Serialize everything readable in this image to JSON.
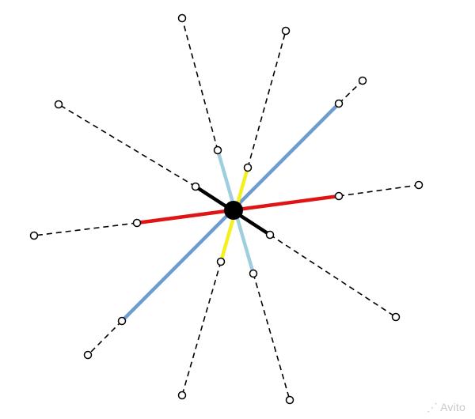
{
  "diagram": {
    "colors": {
      "background": "#ffffff",
      "dashed": "#000000",
      "hub": "#000000",
      "node_fill": "#ffffff",
      "node_stroke": "#000000"
    },
    "solid_lines": [
      {
        "id": "red",
        "color": "#e01414"
      },
      {
        "id": "steel-blue",
        "color": "#6f9ccf"
      },
      {
        "id": "light-blue",
        "color": "#9fcfdf"
      },
      {
        "id": "yellow",
        "color": "#f4f020"
      },
      {
        "id": "black",
        "color": "#000000"
      }
    ]
  },
  "watermark": {
    "text": "Avito",
    "icon": "avito-logo-icon"
  }
}
